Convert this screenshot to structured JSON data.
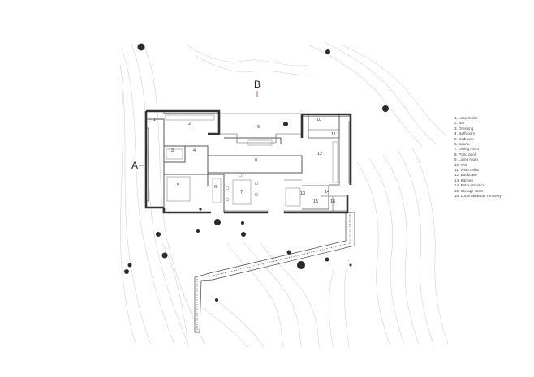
{
  "plan": {
    "section_labels": {
      "a": "A",
      "b": "B"
    },
    "room_numbers": [
      "1",
      "2",
      "3",
      "4",
      "5",
      "6",
      "7",
      "8",
      "9",
      "10",
      "11",
      "12",
      "13",
      "14",
      "15",
      "16"
    ]
  },
  "legend": {
    "items": [
      {
        "num": "1.",
        "label": "Local boiler"
      },
      {
        "num": "2.",
        "label": "Bar"
      },
      {
        "num": "3.",
        "label": "Dressing"
      },
      {
        "num": "4.",
        "label": "Bathroom"
      },
      {
        "num": "5.",
        "label": "Bedroom"
      },
      {
        "num": "6.",
        "label": "Sauna"
      },
      {
        "num": "7.",
        "label": "Dining room"
      },
      {
        "num": "8.",
        "label": "Pond pool"
      },
      {
        "num": "9.",
        "label": "Living room"
      },
      {
        "num": "10.",
        "label": "WC"
      },
      {
        "num": "11.",
        "label": "Wine cellar"
      },
      {
        "num": "12.",
        "label": "Bookcase"
      },
      {
        "num": "13.",
        "label": "Kitchen"
      },
      {
        "num": "14.",
        "label": "Patio entrance"
      },
      {
        "num": "15.",
        "label": "Storage room"
      },
      {
        "num": "16.",
        "label": "Local rainwater recovery"
      }
    ]
  },
  "colors": {
    "wall": "#333333",
    "contour": "#cccccc",
    "tree": "#2b2b2b",
    "accent": "#c0392b"
  }
}
